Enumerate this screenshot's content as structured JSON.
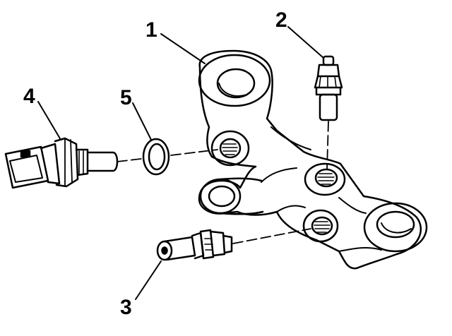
{
  "callouts": {
    "housing": "1",
    "upper_sensor": "2",
    "lower_sensor": "3",
    "connector_sensor": "4",
    "seal_ring": "5"
  },
  "colors": {
    "ink": "#000000",
    "paper": "#ffffff"
  }
}
